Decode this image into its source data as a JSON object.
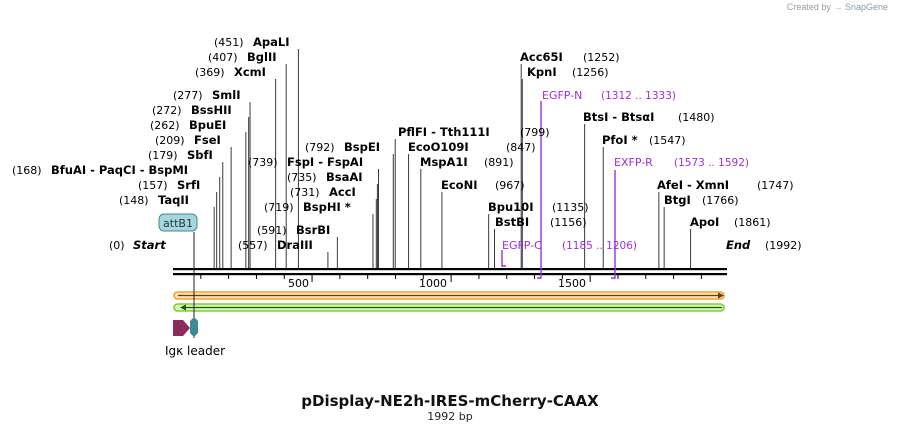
{
  "credit": {
    "prefix": "Created by",
    "brand": "SnapGene"
  },
  "title": "pDisplay-NE2h-IRES-mCherry-CAAX",
  "length_label": "1992 bp",
  "colors": {
    "enzyme_text": "#000000",
    "primer": "#9b30d9",
    "feature_orange": "#f0a23a",
    "feature_green": "#7bd13a",
    "igk": "#8b2c5e",
    "attb1_fill": "#a8d4dc",
    "attb1_stroke": "#3d8a96"
  },
  "ruler": {
    "start": "Start",
    "start_pos": "(0)",
    "end": "End",
    "end_pos": "(1992)",
    "ticks": [
      "500",
      "1000",
      "1500"
    ]
  },
  "sites": [
    {
      "pos": "(0)",
      "name": "Start"
    },
    {
      "pos": "(148)",
      "name": "TaqII"
    },
    {
      "pos": "(157)",
      "name": "SrfI"
    },
    {
      "pos": "(168)",
      "name": "BfuAI - PaqCI - BspMI"
    },
    {
      "pos": "(179)",
      "name": "SbfI"
    },
    {
      "pos": "(209)",
      "name": "FseI"
    },
    {
      "pos": "(262)",
      "name": "BpuEI"
    },
    {
      "pos": "(272)",
      "name": "BssHII"
    },
    {
      "pos": "(277)",
      "name": "SmlI"
    },
    {
      "pos": "(369)",
      "name": "XcmI"
    },
    {
      "pos": "(407)",
      "name": "BglII"
    },
    {
      "pos": "(451)",
      "name": "ApaLI"
    },
    {
      "pos": "(557)",
      "name": "DraIII"
    },
    {
      "pos": "(591)",
      "name": "BsrBI"
    },
    {
      "pos": "(719)",
      "name": "BspHI *"
    },
    {
      "pos": "(731)",
      "name": "AccI"
    },
    {
      "pos": "(735)",
      "name": "BsaAI"
    },
    {
      "pos": "(739)",
      "name": "FspI - FspAI"
    },
    {
      "pos": "(792)",
      "name": "BspEI"
    },
    {
      "pos": "(799)",
      "name": "PflFI - Tth111I"
    },
    {
      "pos": "(847)",
      "name": "EcoO109I"
    },
    {
      "pos": "(891)",
      "name": "MspA1I"
    },
    {
      "pos": "(967)",
      "name": "EcoNI"
    },
    {
      "pos": "(1135)",
      "name": "Bpu10I"
    },
    {
      "pos": "(1156)",
      "name": "BstBI"
    },
    {
      "pos": "(1252)",
      "name": "Acc65I"
    },
    {
      "pos": "(1256)",
      "name": "KpnI"
    },
    {
      "pos": "(1480)",
      "name": "BtsI - BtsαI"
    },
    {
      "pos": "(1547)",
      "name": "PfoI *"
    },
    {
      "pos": "(1747)",
      "name": "AfeI - XmnI"
    },
    {
      "pos": "(1766)",
      "name": "BtgI"
    },
    {
      "pos": "(1861)",
      "name": "ApoI"
    },
    {
      "pos": "(1992)",
      "name": "End"
    }
  ],
  "primers": [
    {
      "name": "EGFP-N",
      "range": "(1312 .. 1333)"
    },
    {
      "name": "EXFP-R",
      "range": "(1573 .. 1592)"
    },
    {
      "name": "EGFP-C",
      "range": "(1185 .. 1206)"
    }
  ],
  "features": [
    {
      "name": "attB1"
    },
    {
      "name": "Igκ leader"
    }
  ]
}
